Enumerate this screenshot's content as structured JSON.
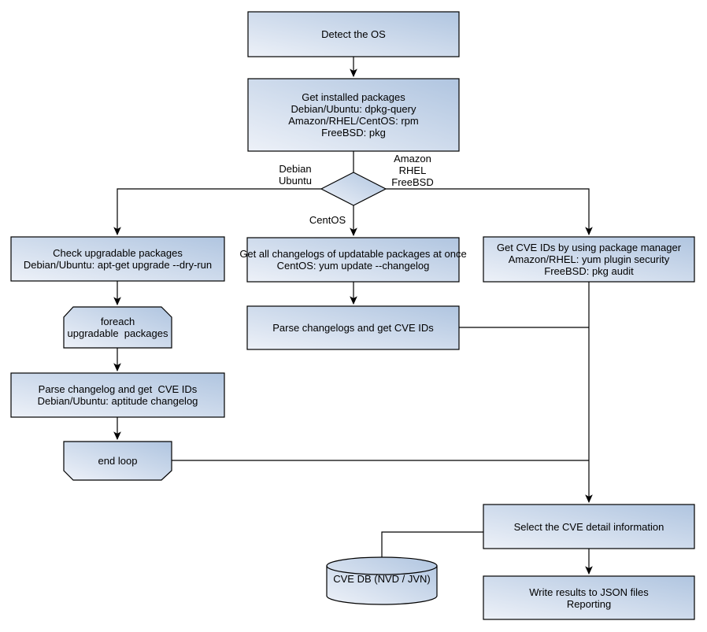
{
  "diagram": {
    "kind": "flowchart",
    "colors": {
      "node_fill_light": "#ebeff7",
      "node_fill_dark": "#b2c6e1",
      "node_border": "#000000",
      "connector": "#000000",
      "text": "#000000",
      "background": "#ffffff"
    },
    "nodes": {
      "detect_os": {
        "text": "Detect the OS"
      },
      "get_installed_packages": {
        "text": "Get installed packages\nDebian/Ubuntu: dpkg-query\nAmazon/RHEL/CentOS: rpm\nFreeBSD: pkg"
      },
      "check_upgradable": {
        "text": "Check upgradable packages\nDebian/Ubuntu: apt-get upgrade --dry-run"
      },
      "foreach_loop": {
        "text": "foreach\nupgradable  packages"
      },
      "parse_changelog_left": {
        "text": "Parse changelog and get  CVE IDs\nDebian/Ubuntu: aptitude changelog"
      },
      "end_loop": {
        "text": "end loop"
      },
      "get_all_changelogs": {
        "text": "Get all changelogs of updatable packages at once\nCentOS: yum update --changelog"
      },
      "parse_changelogs_mid": {
        "text": "Parse changelogs and get CVE IDs"
      },
      "get_cve_ids_pkg_manager": {
        "text": "Get CVE IDs by using package manager\nAmazon/RHEL: yum plugin security\nFreeBSD: pkg audit"
      },
      "select_cve_detail": {
        "text": "Select the CVE detail information"
      },
      "cve_db": {
        "text": "CVE DB (NVD / JVN)"
      },
      "write_results": {
        "text": "Write results to JSON files\nReporting"
      }
    },
    "edge_labels": {
      "debian_ubuntu": {
        "text": "Debian\nUbuntu"
      },
      "amazon_rhel_freebsd": {
        "text": "Amazon\nRHEL\nFreeBSD"
      },
      "centos": {
        "text": "CentOS"
      }
    }
  }
}
